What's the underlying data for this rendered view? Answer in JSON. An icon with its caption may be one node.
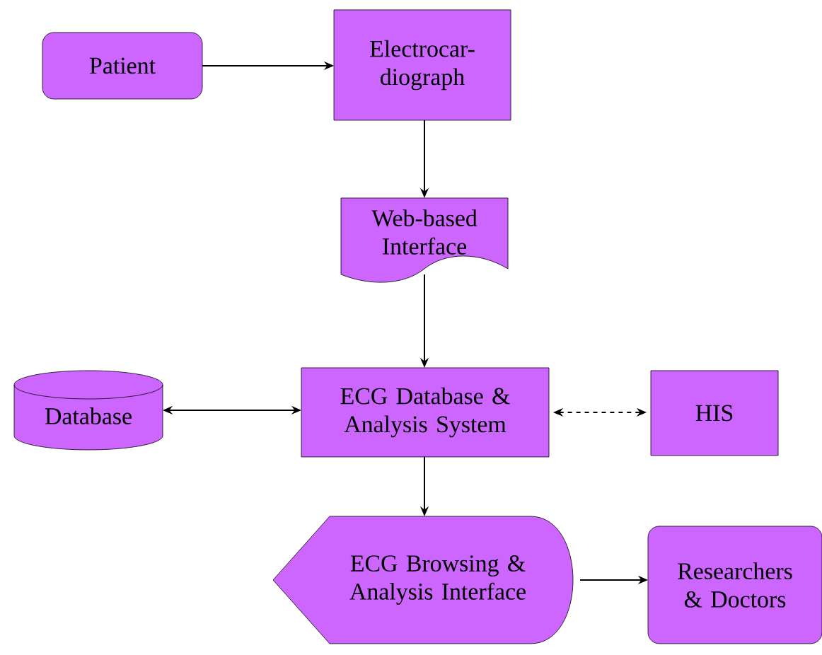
{
  "diagram": {
    "nodes": [
      {
        "text": [
          "Patient"
        ]
      },
      {
        "text": [
          "Electrocar- diograph"
        ]
      },
      {
        "text": [
          "Web-based Interface"
        ]
      },
      {
        "text": [
          "Database"
        ]
      },
      {
        "text": [
          "ECG Database & Analysis System"
        ]
      },
      {
        "text": [
          "HIS"
        ]
      },
      {
        "text": [
          "ECG Browsing & Analysis Interface"
        ]
      },
      {
        "text": [
          "Researchers & Doctors"
        ]
      }
    ],
    "edges": [
      {
        "from": 0,
        "to": 1,
        "arrow": "to"
      },
      {
        "from": 1,
        "to": 2,
        "arrow": "to"
      },
      {
        "from": 2,
        "to": 4,
        "arrow": "to"
      },
      {
        "from": 3,
        "to": 4,
        "arrow": "both"
      },
      {
        "from": 4,
        "to": 5,
        "arrow": "both",
        "style": "dashed"
      },
      {
        "from": 4,
        "to": 6,
        "arrow": "to"
      },
      {
        "from": 6,
        "to": 7,
        "arrow": "to"
      }
    ]
  }
}
